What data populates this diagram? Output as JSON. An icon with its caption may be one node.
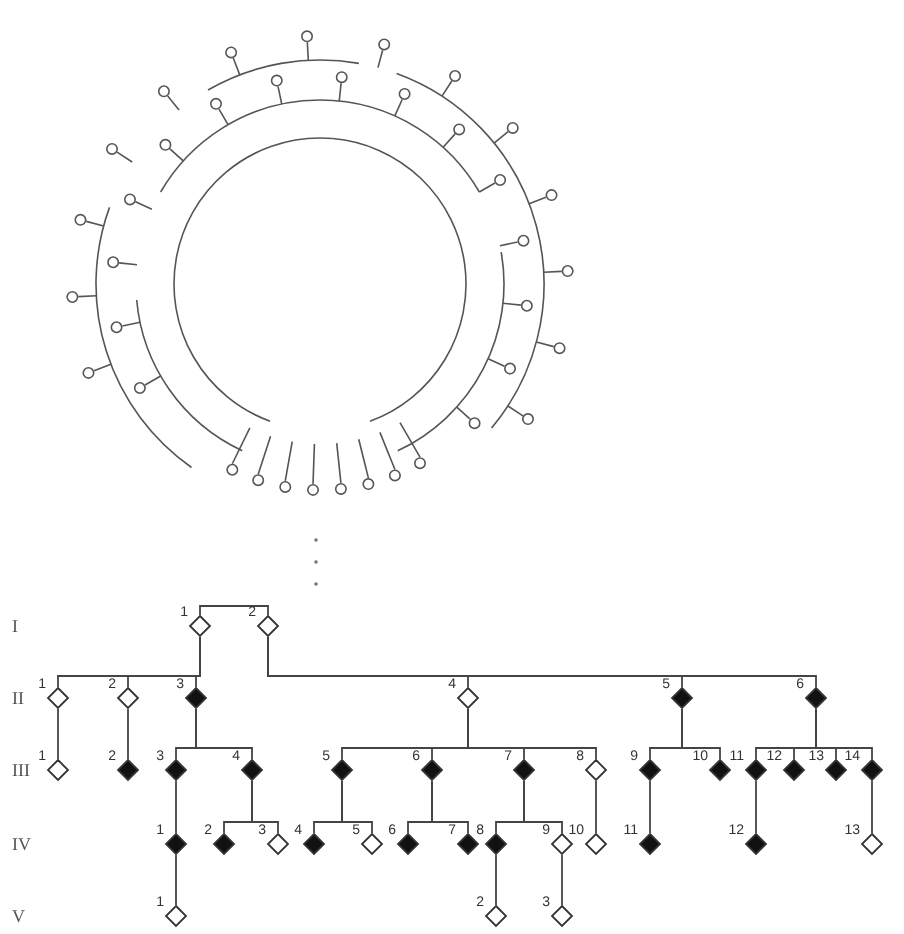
{
  "diagram": {
    "nodes": [
      {
        "text": [],
        "shape": "diamond",
        "beside": [
          "1"
        ]
      },
      {
        "text": [],
        "shape": "diamond",
        "beside": [
          "2"
        ]
      },
      {
        "text": [],
        "shape": "diamond",
        "beside": [
          "1"
        ]
      },
      {
        "text": [],
        "shape": "diamond",
        "beside": [
          "2"
        ]
      },
      {
        "text": [],
        "shape": "filled-diamond",
        "beside": [
          "3"
        ]
      },
      {
        "text": [],
        "shape": "diamond",
        "beside": [
          "4"
        ]
      },
      {
        "text": [],
        "shape": "filled-diamond",
        "beside": [
          "5"
        ]
      },
      {
        "text": [],
        "shape": "filled-diamond",
        "beside": [
          "6"
        ]
      },
      {
        "text": [],
        "shape": "diamond",
        "beside": [
          "1"
        ]
      },
      {
        "text": [],
        "shape": "filled-diamond",
        "beside": [
          "2"
        ]
      },
      {
        "text": [],
        "shape": "filled-diamond",
        "beside": [
          "3"
        ]
      },
      {
        "text": [],
        "shape": "filled-diamond",
        "beside": [
          "4"
        ]
      },
      {
        "text": [],
        "shape": "filled-diamond",
        "beside": [
          "5"
        ]
      },
      {
        "text": [],
        "shape": "filled-diamond",
        "beside": [
          "6"
        ]
      },
      {
        "text": [],
        "shape": "filled-diamond",
        "beside": [
          "7"
        ]
      },
      {
        "text": [],
        "shape": "diamond",
        "beside": [
          "8"
        ]
      },
      {
        "text": [],
        "shape": "filled-diamond",
        "beside": [
          "9"
        ]
      },
      {
        "text": [],
        "shape": "filled-diamond",
        "beside": [
          "10"
        ]
      },
      {
        "text": [],
        "shape": "filled-diamond",
        "beside": [
          "11"
        ]
      },
      {
        "text": [],
        "shape": "filled-diamond",
        "beside": [
          "12"
        ]
      },
      {
        "text": [],
        "shape": "filled-diamond",
        "beside": [
          "13"
        ]
      },
      {
        "text": [],
        "shape": "filled-diamond",
        "beside": [
          "14"
        ]
      },
      {
        "text": [],
        "shape": "filled-diamond",
        "beside": [
          "1"
        ]
      },
      {
        "text": [],
        "shape": "filled-diamond",
        "beside": [
          "2"
        ]
      },
      {
        "text": [],
        "shape": "diamond",
        "beside": [
          "3"
        ]
      },
      {
        "text": [],
        "shape": "filled-diamond",
        "beside": [
          "4"
        ]
      },
      {
        "text": [],
        "shape": "diamond",
        "beside": [
          "5"
        ]
      },
      {
        "text": [],
        "shape": "filled-diamond",
        "beside": [
          "6"
        ]
      },
      {
        "text": [],
        "shape": "filled-diamond",
        "beside": [
          "7"
        ]
      },
      {
        "text": [],
        "shape": "filled-diamond",
        "beside": [
          "8"
        ]
      },
      {
        "text": [],
        "shape": "diamond",
        "beside": [
          "9"
        ]
      },
      {
        "text": [],
        "shape": "diamond",
        "beside": [
          "10"
        ]
      },
      {
        "text": [],
        "shape": "filled-diamond",
        "beside": [
          "11"
        ]
      },
      {
        "text": [],
        "shape": "filled-diamond",
        "beside": [
          "12"
        ]
      },
      {
        "text": [],
        "shape": "diamond",
        "beside": [
          "13"
        ]
      },
      {
        "text": [],
        "shape": "diamond",
        "beside": [
          "1"
        ]
      },
      {
        "text": [],
        "shape": "diamond",
        "beside": [
          "2"
        ]
      },
      {
        "text": [],
        "shape": "diamond",
        "beside": [
          "3"
        ]
      }
    ],
    "edges": [
      {
        "from": 0,
        "to": 1,
        "arrow": "none"
      },
      {
        "from": 0,
        "to": 2,
        "arrow": "none"
      },
      {
        "from": 0,
        "to": 3,
        "arrow": "none"
      },
      {
        "from": 0,
        "to": 4,
        "arrow": "none"
      },
      {
        "from": 1,
        "to": 5,
        "arrow": "none"
      },
      {
        "from": 1,
        "to": 6,
        "arrow": "none"
      },
      {
        "from": 1,
        "to": 7,
        "arrow": "none"
      },
      {
        "from": 2,
        "to": 8,
        "arrow": "none"
      },
      {
        "from": 3,
        "to": 9,
        "arrow": "none"
      },
      {
        "from": 4,
        "to": 10,
        "arrow": "none"
      },
      {
        "from": 4,
        "to": 11,
        "arrow": "none"
      },
      {
        "from": 5,
        "to": 12,
        "arrow": "none"
      },
      {
        "from": 5,
        "to": 13,
        "arrow": "none"
      },
      {
        "from": 5,
        "to": 14,
        "arrow": "none"
      },
      {
        "from": 5,
        "to": 15,
        "arrow": "none"
      },
      {
        "from": 6,
        "to": 16,
        "arrow": "none"
      },
      {
        "from": 6,
        "to": 17,
        "arrow": "none"
      },
      {
        "from": 7,
        "to": 18,
        "arrow": "none"
      },
      {
        "from": 7,
        "to": 19,
        "arrow": "none"
      },
      {
        "from": 7,
        "to": 20,
        "arrow": "none"
      },
      {
        "from": 7,
        "to": 21,
        "arrow": "none"
      },
      {
        "from": 10,
        "to": 22,
        "arrow": "none"
      },
      {
        "from": 11,
        "to": 23,
        "arrow": "none"
      },
      {
        "from": 11,
        "to": 24,
        "arrow": "none"
      },
      {
        "from": 12,
        "to": 25,
        "arrow": "none"
      },
      {
        "from": 12,
        "to": 26,
        "arrow": "none"
      },
      {
        "from": 13,
        "to": 27,
        "arrow": "none"
      },
      {
        "from": 13,
        "to": 28,
        "arrow": "none"
      },
      {
        "from": 14,
        "to": 29,
        "arrow": "none"
      },
      {
        "from": 14,
        "to": 30,
        "arrow": "none"
      },
      {
        "from": 15,
        "to": 31,
        "arrow": "none"
      },
      {
        "from": 16,
        "to": 32,
        "arrow": "none"
      },
      {
        "from": 18,
        "to": 33,
        "arrow": "none"
      },
      {
        "from": 21,
        "to": 34,
        "arrow": "none"
      },
      {
        "from": 22,
        "to": 35,
        "arrow": "none"
      },
      {
        "from": 29,
        "to": 36,
        "arrow": "none"
      },
      {
        "from": 30,
        "to": 37,
        "arrow": "none"
      }
    ],
    "labels": [
      "I",
      "II",
      "III",
      "IV",
      "V"
    ]
  }
}
